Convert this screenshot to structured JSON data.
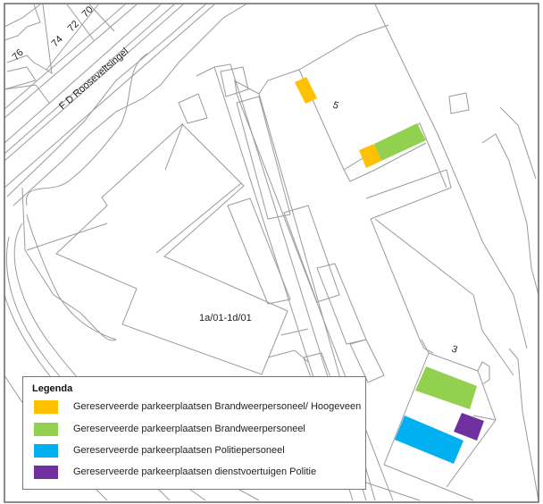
{
  "map": {
    "labels": {
      "street": "F D Rooseveltsingel",
      "house_76": "76",
      "house_74": "74",
      "house_72": "72",
      "house_70": "70",
      "parcel_5": "5",
      "parcel_3": "3",
      "building": "1a/01-1d/01"
    }
  },
  "legend": {
    "title": "Legenda",
    "items": [
      {
        "label": "Gereserveerde parkeerplaatsen Brandweerpersoneel/ Hoogeveen",
        "color": "#FFC000"
      },
      {
        "label": "Gereserveerde parkeerplaatsen Brandweerpersoneel",
        "color": "#92D050"
      },
      {
        "label": "Gereserveerde parkeerplaatsen Politiepersoneel",
        "color": "#00B0F0"
      },
      {
        "label": "Gereserveerde parkeerplaatsen dienstvoertuigen Politie",
        "color": "#7030A0"
      }
    ]
  }
}
